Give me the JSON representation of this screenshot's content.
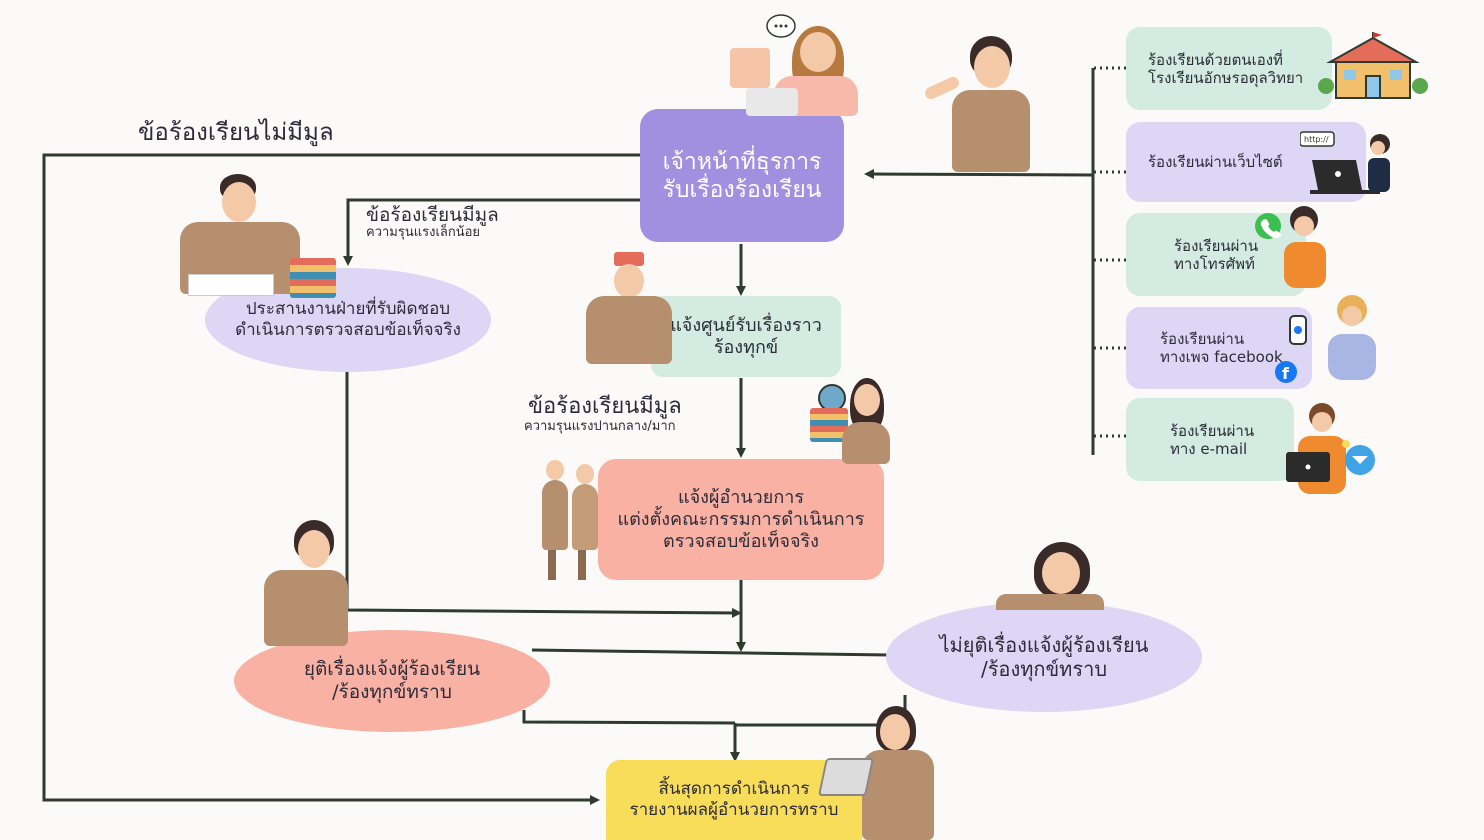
{
  "colors": {
    "line": "#2e3b2e",
    "purple": "#a18fe0",
    "mint": "#d3ebe1",
    "lavender": "#ded6f5",
    "salmon": "#f9b1a4",
    "yellow": "#f8dd5a"
  },
  "labels": {
    "unfounded": "ข้อร้องเรียนไม่มีมูล",
    "founded_minor_title": "ข้อร้องเรียนมีมูล",
    "founded_minor_sub": "ความรุนแรงเล็กน้อย",
    "founded_major_title": "ข้อร้องเรียนมีมูล",
    "founded_major_sub": "ความรุนแรงปานกลาง/มาก"
  },
  "nodes": {
    "officer": [
      "เจ้าหน้าที่ธุรการ",
      "รับเรื่องร้องเรียน"
    ],
    "coordinate": [
      "ประสานงานฝ่ายที่รับผิดชอบ",
      "ดำเนินการตรวจสอบข้อเท็จจริง"
    ],
    "notify_center": [
      "แจ้งศูนย์รับเรื่องราว",
      "ร้องทุกข์"
    ],
    "notify_director": [
      "แจ้งผู้อำนวยการ",
      "แต่งตั้งคณะกรรมการดำเนินการ",
      "ตรวจสอบข้อเท็จจริง"
    ],
    "resolved": [
      "ยุติเรื่องแจ้งผู้ร้องเรียน",
      "/ร้องทุกข์ทราบ"
    ],
    "unresolved": [
      "ไม่ยุติเรื่องแจ้งผู้ร้องเรียน",
      "/ร้องทุกข์ทราบ"
    ],
    "end": [
      "สิ้นสุดการดำเนินการ",
      "รายงานผลผู้อำนวยการทราบ"
    ]
  },
  "channels": [
    {
      "lines": [
        "ร้องเรียนด้วยตนเองที่",
        "โรงเรียนอักษรอดุลวิทยา"
      ],
      "icon": "school-icon"
    },
    {
      "lines": [
        "ร้องเรียนผ่านเว็บไซต์"
      ],
      "icon": "laptop-icon",
      "badge": "http://"
    },
    {
      "lines": [
        "ร้องเรียนผ่าน",
        "ทางโทรศัพท์"
      ],
      "icon": "phone-icon"
    },
    {
      "lines": [
        "ร้องเรียนผ่าน",
        "ทางเพจ facebook"
      ],
      "icon": "facebook-icon"
    },
    {
      "lines": [
        "ร้องเรียนผ่าน",
        "ทาง e-mail"
      ],
      "icon": "email-icon"
    }
  ]
}
